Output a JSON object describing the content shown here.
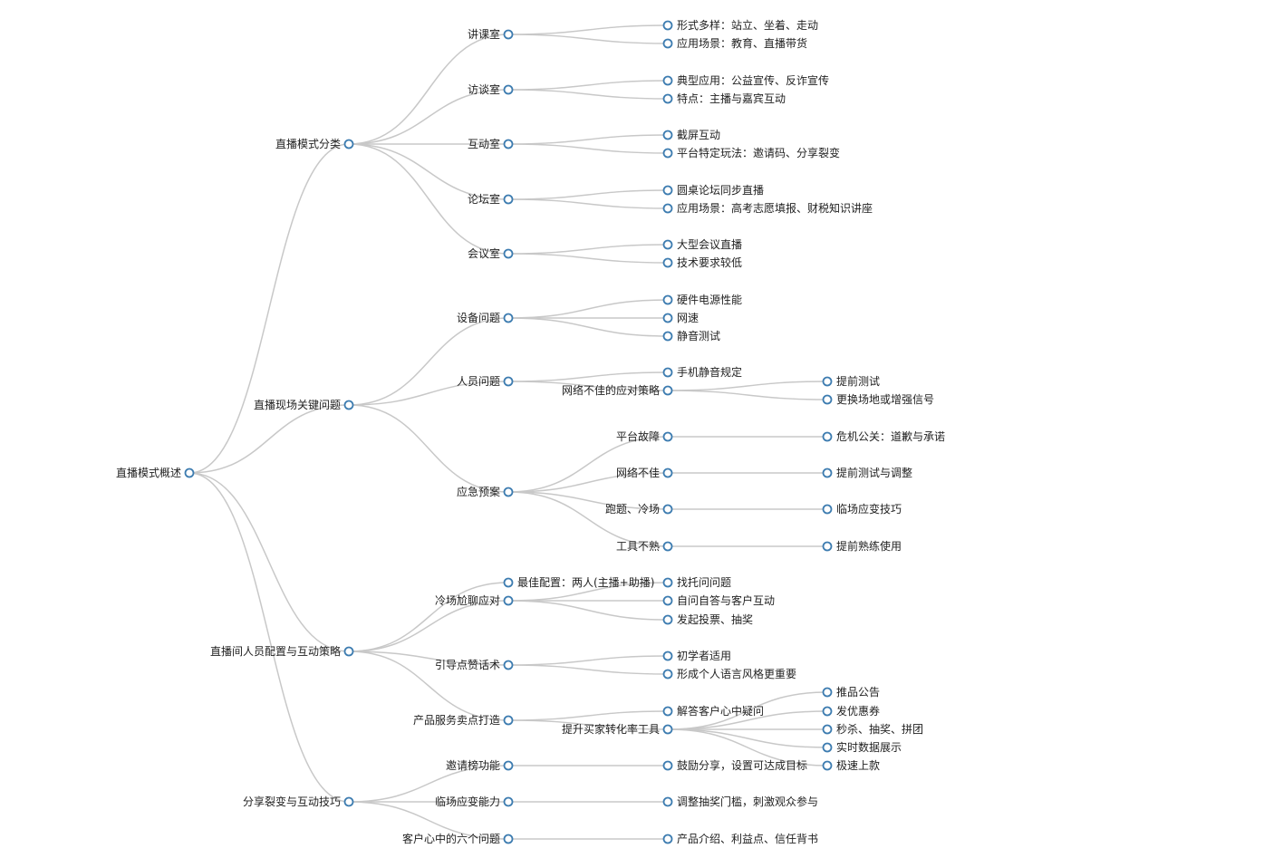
{
  "colors": {
    "node_stroke": "#3d7cb0",
    "node_fill": "#ffffff",
    "link": "#c8c8c8",
    "text": "#222222"
  },
  "tree": {
    "label": "直播模式概述",
    "children": [
      {
        "label": "直播模式分类",
        "children": [
          {
            "label": "讲课室",
            "children": [
              {
                "label": "形式多样：站立、坐着、走动"
              },
              {
                "label": "应用场景：教育、直播带货"
              }
            ]
          },
          {
            "label": "访谈室",
            "children": [
              {
                "label": "典型应用：公益宣传、反诈宣传"
              },
              {
                "label": "特点：主播与嘉宾互动"
              }
            ]
          },
          {
            "label": "互动室",
            "children": [
              {
                "label": "截屏互动"
              },
              {
                "label": "平台特定玩法：邀请码、分享裂变"
              }
            ]
          },
          {
            "label": "论坛室",
            "children": [
              {
                "label": "圆桌论坛同步直播"
              },
              {
                "label": "应用场景：高考志愿填报、财税知识讲座"
              }
            ]
          },
          {
            "label": "会议室",
            "children": [
              {
                "label": "大型会议直播"
              },
              {
                "label": "技术要求较低"
              }
            ]
          }
        ]
      },
      {
        "label": "直播现场关键问题",
        "children": [
          {
            "label": "设备问题",
            "children": [
              {
                "label": "硬件电源性能"
              },
              {
                "label": "网速"
              },
              {
                "label": "静音测试"
              }
            ]
          },
          {
            "label": "人员问题",
            "children": [
              {
                "label": "手机静音规定"
              },
              {
                "label": "网络不佳的应对策略",
                "children": [
                  {
                    "label": "提前测试"
                  },
                  {
                    "label": "更换场地或增强信号"
                  }
                ]
              }
            ]
          },
          {
            "label": "应急预案",
            "children": [
              {
                "label": "平台故障",
                "children": [
                  {
                    "label": "危机公关：道歉与承诺"
                  }
                ]
              },
              {
                "label": "网络不佳",
                "children": [
                  {
                    "label": "提前测试与调整"
                  }
                ]
              },
              {
                "label": "跑题、冷场",
                "children": [
                  {
                    "label": "临场应变技巧"
                  }
                ]
              },
              {
                "label": "工具不熟",
                "children": [
                  {
                    "label": "提前熟练使用"
                  }
                ]
              }
            ]
          }
        ]
      },
      {
        "label": "直播间人员配置与互动策略",
        "children": [
          {
            "label": "最佳配置：两人(主播+助播)"
          },
          {
            "label": "冷场尬聊应对",
            "children": [
              {
                "label": "找托问问题"
              },
              {
                "label": "自问自答与客户互动"
              },
              {
                "label": "发起投票、抽奖"
              }
            ]
          },
          {
            "label": "引导点赞话术",
            "children": [
              {
                "label": "初学者适用"
              },
              {
                "label": "形成个人语言风格更重要"
              }
            ]
          },
          {
            "label": "产品服务卖点打造",
            "children": [
              {
                "label": "解答客户心中疑问"
              },
              {
                "label": "提升买家转化率工具",
                "children": [
                  {
                    "label": "推品公告"
                  },
                  {
                    "label": "发优惠券"
                  },
                  {
                    "label": "秒杀、抽奖、拼团"
                  },
                  {
                    "label": "实时数据展示"
                  },
                  {
                    "label": "极速上款"
                  }
                ]
              }
            ]
          }
        ]
      },
      {
        "label": "分享裂变与互动技巧",
        "children": [
          {
            "label": "邀请榜功能",
            "children": [
              {
                "label": "鼓励分享，设置可达成目标"
              }
            ]
          },
          {
            "label": "临场应变能力",
            "children": [
              {
                "label": "调整抽奖门槛，刺激观众参与"
              }
            ]
          },
          {
            "label": "客户心中的六个问题",
            "children": [
              {
                "label": "产品介绍、利益点、信任背书"
              }
            ]
          }
        ]
      }
    ]
  }
}
